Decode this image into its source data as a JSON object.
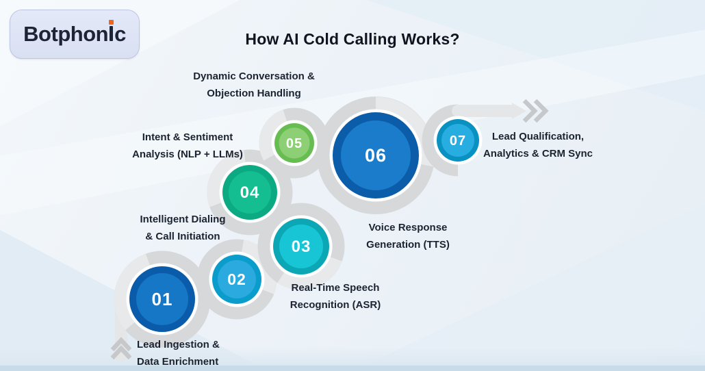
{
  "logo": {
    "full_name": "Botphonic",
    "text_part1": "Botphon",
    "text_part2": "c",
    "dot_color": "#f2631c"
  },
  "title": "How AI Cold Calling Works?",
  "steps": [
    {
      "number": "01",
      "label_line1": "Lead Ingestion &",
      "label_line2": "Data Enrichment",
      "ring_color": "#0a5caa",
      "fill_color": "#1577c5"
    },
    {
      "number": "02",
      "label_line1": "Intelligent Dialing",
      "label_line2": "& Call Initiation",
      "ring_color": "#0a9dcb",
      "fill_color": "#2aaadf"
    },
    {
      "number": "03",
      "label_line1": "Real-Time Speech",
      "label_line2": "Recognition (ASR)",
      "ring_color": "#0ba7b5",
      "fill_color": "#18c5d5"
    },
    {
      "number": "04",
      "label_line1": "Intent & Sentiment",
      "label_line2": "Analysis (NLP + LLMs)",
      "ring_color": "#0caa83",
      "fill_color": "#15be90"
    },
    {
      "number": "05",
      "label_line1": "Dynamic Conversation &",
      "label_line2": "Objection Handling",
      "ring_color": "#68bd52",
      "fill_color": "#8ccf74"
    },
    {
      "number": "06",
      "label_line1": "Voice Response",
      "label_line2": "Generation (TTS)",
      "ring_color": "#0b5da9",
      "fill_color": "#1a7ccb"
    },
    {
      "number": "07",
      "label_line1": "Lead Qualification,",
      "label_line2": "Analytics & CRM Sync",
      "ring_color": "#0991c1",
      "fill_color": "#27ade0"
    }
  ],
  "path": {
    "base_color": "#d6d8da",
    "light_color": "#e7e9eb",
    "arrow_color": "#c6c8cb"
  }
}
